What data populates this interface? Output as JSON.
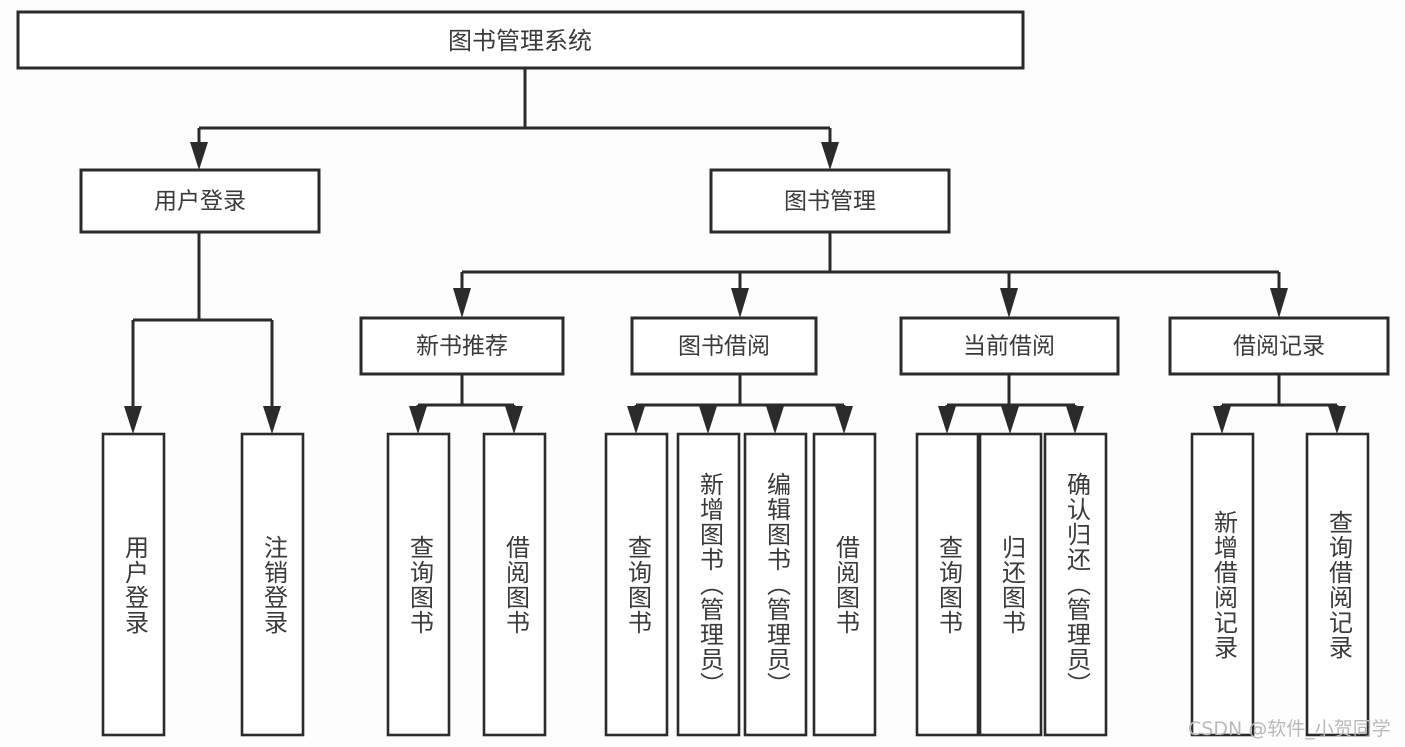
{
  "diagram": {
    "title": "图书管理系统",
    "type": "tree-hierarchy-diagram",
    "watermark": "CSDN @软件_小贺同学",
    "colors": {
      "stroke": "#2b2b2b",
      "node_fill": "#ffffff",
      "text": "#3a3a3a",
      "background": "#fdfdfd",
      "watermark": "#b9b9b9"
    },
    "levels": {
      "root": "图书管理系统",
      "level2": [
        "用户登录",
        "图书管理"
      ],
      "level3": [
        "新书推荐",
        "图书借阅",
        "当前借阅",
        "借阅记录"
      ]
    },
    "nodes": {
      "root": {
        "label": "图书管理系统"
      },
      "user_login": {
        "label": "用户登录"
      },
      "book_manage": {
        "label": "图书管理"
      },
      "new_book_rec": {
        "label": "新书推荐"
      },
      "book_borrow": {
        "label": "图书借阅"
      },
      "current_borrow": {
        "label": "当前借阅"
      },
      "borrow_record": {
        "label": "借阅记录"
      },
      "leaf_1_1": {
        "label": "用户登录"
      },
      "leaf_1_2": {
        "label": "注销登录"
      },
      "leaf_2_1": {
        "label": "查询图书"
      },
      "leaf_2_2": {
        "label": "借阅图书"
      },
      "leaf_3_1": {
        "label": "查询图书"
      },
      "leaf_3_2": {
        "label": "新增图书（管理员）"
      },
      "leaf_3_3": {
        "label": "编辑图书（管理员）"
      },
      "leaf_3_4": {
        "label": "借阅图书"
      },
      "leaf_4_1": {
        "label": "查询图书"
      },
      "leaf_4_2": {
        "label": "归还图书"
      },
      "leaf_4_3": {
        "label": "确认归还（管理员）"
      },
      "leaf_5_1": {
        "label": "新增借阅记录"
      },
      "leaf_5_2": {
        "label": "查询借阅记录"
      }
    },
    "edges": [
      {
        "from": "图书管理系统",
        "to": "用户登录"
      },
      {
        "from": "图书管理系统",
        "to": "图书管理"
      },
      {
        "from": "用户登录",
        "to": "用户登录"
      },
      {
        "from": "用户登录",
        "to": "注销登录"
      },
      {
        "from": "图书管理",
        "to": "新书推荐"
      },
      {
        "from": "图书管理",
        "to": "图书借阅"
      },
      {
        "from": "图书管理",
        "to": "当前借阅"
      },
      {
        "from": "图书管理",
        "to": "借阅记录"
      },
      {
        "from": "新书推荐",
        "to": "查询图书"
      },
      {
        "from": "新书推荐",
        "to": "借阅图书"
      },
      {
        "from": "图书借阅",
        "to": "查询图书"
      },
      {
        "from": "图书借阅",
        "to": "新增图书（管理员）"
      },
      {
        "from": "图书借阅",
        "to": "编辑图书（管理员）"
      },
      {
        "from": "图书借阅",
        "to": "借阅图书"
      },
      {
        "from": "当前借阅",
        "to": "查询图书"
      },
      {
        "from": "当前借阅",
        "to": "归还图书"
      },
      {
        "from": "当前借阅",
        "to": "确认归还（管理员）"
      },
      {
        "from": "借阅记录",
        "to": "新增借阅记录"
      },
      {
        "from": "借阅记录",
        "to": "查询借阅记录"
      }
    ]
  }
}
